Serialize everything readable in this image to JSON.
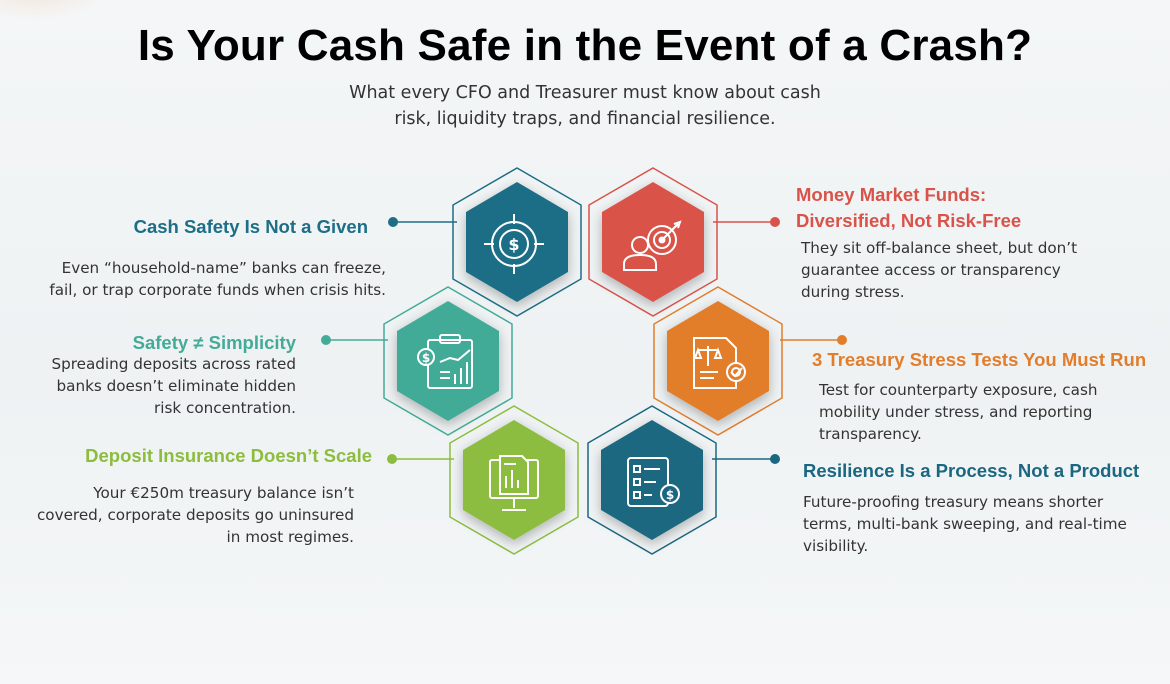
{
  "header": {
    "title": "Is Your Cash Safe in the Event of a Crash?",
    "subtitle_line1": "What every CFO and Treasurer must know about cash",
    "subtitle_line2": "risk, liquidity traps, and financial resilience."
  },
  "colors": {
    "dark_teal": "#1d6e86",
    "red": "#d9534a",
    "teal": "#43ab97",
    "orange": "#e27d2c",
    "green": "#8cbd3f",
    "deep_teal": "#1b6781"
  },
  "items": [
    {
      "title": "Cash Safety Is Not a Given",
      "desc1": "Even “household-name” banks can freeze,",
      "desc2": "fail, or trap corporate funds when crisis hits.",
      "icon": "target-dollar-icon",
      "color": "#1d6e86"
    },
    {
      "title_line1": "Money Market Funds:",
      "title_line2": "Diversified, Not Risk-Free",
      "desc1": "They sit off-balance sheet, but don’t",
      "desc2": "guarantee access or transparency",
      "desc3": "during stress.",
      "icon": "person-target-icon",
      "color": "#d9534a"
    },
    {
      "title": "Safety ≠ Simplicity",
      "desc1": "Spreading deposits across rated",
      "desc2": "banks doesn’t eliminate hidden",
      "desc3": "risk concentration.",
      "icon": "clipboard-chart-icon",
      "color": "#43ab97"
    },
    {
      "title": "3 Treasury Stress Tests You Must Run",
      "desc1": "Test for counterparty exposure, cash",
      "desc2": "mobility under stress, and reporting",
      "desc3": "transparency.",
      "icon": "document-scale-gear-icon",
      "color": "#e27d2c"
    },
    {
      "title": "Deposit Insurance Doesn’t Scale",
      "desc1": "Your €250m treasury balance isn’t",
      "desc2": "covered, corporate deposits go uninsured",
      "desc3": "in most regimes.",
      "icon": "monitor-report-icon",
      "color": "#8cbd3f"
    },
    {
      "title": "Resilience Is a Process, Not a Product",
      "desc1": "Future-proofing treasury means shorter",
      "desc2": "terms, multi-bank sweeping, and real-time",
      "desc3": "visibility.",
      "icon": "checklist-dollar-icon",
      "color": "#1b6781"
    }
  ]
}
